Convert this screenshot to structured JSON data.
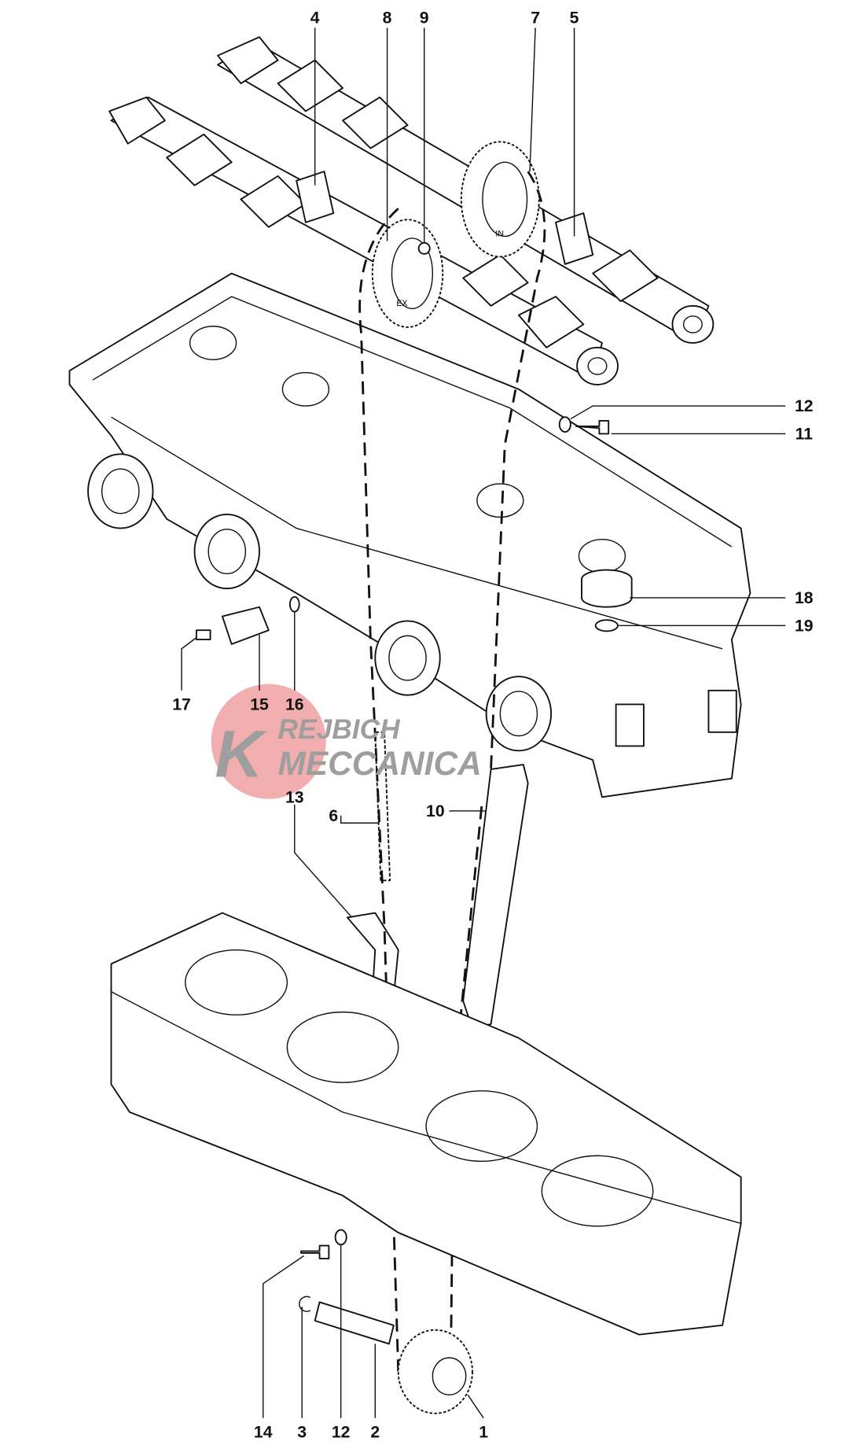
{
  "diagram": {
    "title": "Exploded view: camshafts, cylinder head, timing chain and cylinder block",
    "callouts": {
      "c4": "4",
      "c8": "8",
      "c9": "9",
      "c7": "7",
      "c5": "5",
      "c12a": "12",
      "c11": "11",
      "c18": "18",
      "c19": "19",
      "c17": "17",
      "c15": "15",
      "c16": "16",
      "c13": "13",
      "c6": "6",
      "c10": "10",
      "c14": "14",
      "c3": "3",
      "c12b": "12",
      "c2": "2",
      "c1": "1"
    },
    "sprocket_marks": {
      "ex": "EX",
      "in": "IN"
    }
  },
  "watermark": {
    "line1": "REJBICH",
    "line2": "MECCANICA",
    "logo_letter": "K",
    "circle_color": "#f0a0a0"
  }
}
